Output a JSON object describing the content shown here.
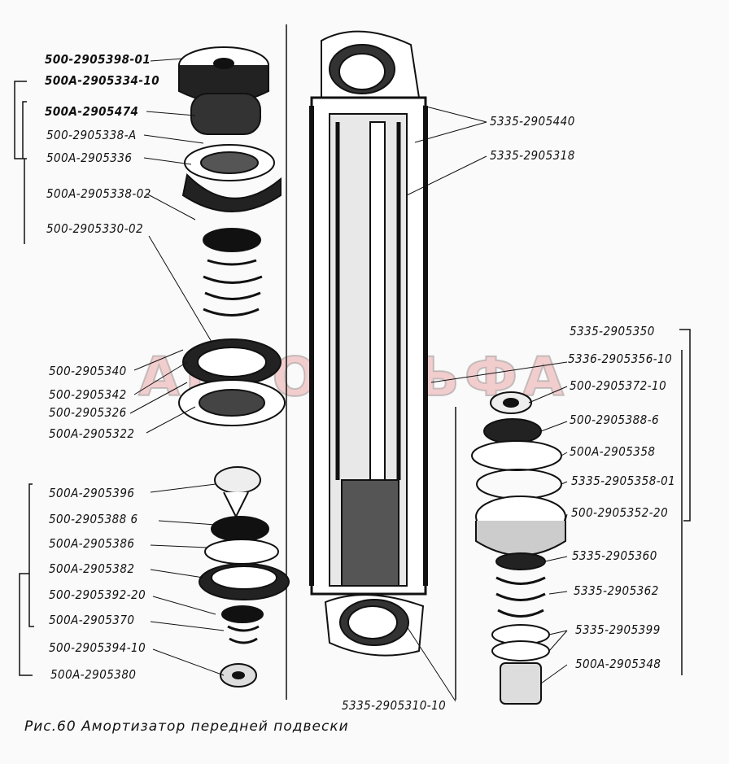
{
  "watermark": "АВТОАЛЬФА",
  "caption": "Рис.60 Амортизатор передней подвески",
  "labels_left_upper": [
    "500-2905398-01",
    "500A-2905334-10",
    "500A-2905474",
    "500-2905338-A",
    "500A-2905336",
    "500A-2905338-02",
    "500-2905330-02",
    "500-2905340",
    "500-2905342",
    "500-2905326",
    "500A-2905322"
  ],
  "labels_left_lower": [
    "500A-2905396",
    "500-2905388 6",
    "500A-2905386",
    "500A-2905382",
    "500-2905392-20",
    "500A-2905370",
    "500-2905394-10",
    "500A-2905380"
  ],
  "labels_center": [
    "5335-2905440",
    "5335-2905318",
    "5335-2905310-10"
  ],
  "labels_right": [
    "5335-2905350",
    "5336-2905356-10",
    "500-2905372-10",
    "500-2905388-6",
    "500A-2905358",
    "5335-2905358-01",
    "500-2905352-20",
    "5335-2905360",
    "5335-2905362",
    "5335-2905399",
    "500A-2905348"
  ]
}
